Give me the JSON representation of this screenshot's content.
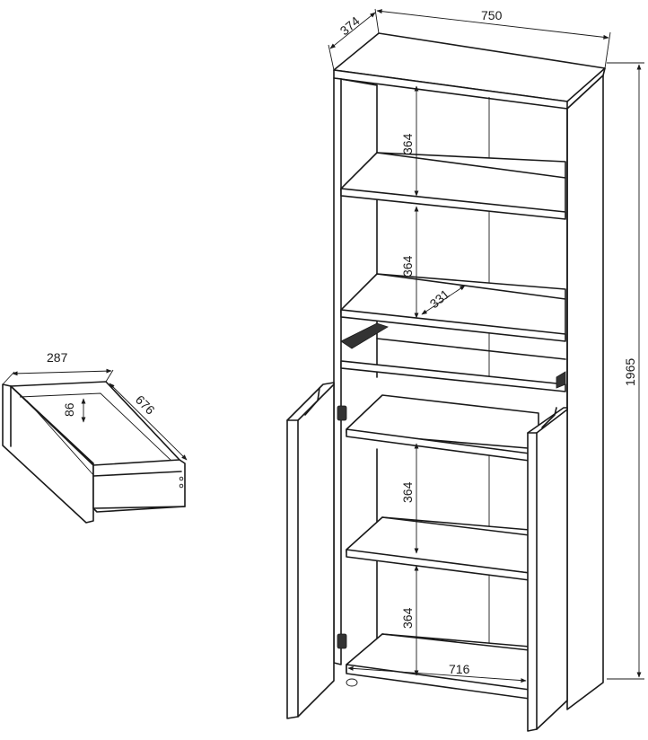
{
  "dimensions": {
    "cabinet_width": "750",
    "cabinet_depth": "374",
    "cabinet_height": "1965",
    "shelf_gap_1": "364",
    "shelf_gap_2": "364",
    "shelf_gap_3": "364",
    "shelf_gap_4": "364",
    "shelf_depth": "331",
    "inner_width": "716",
    "drawer_width": "287",
    "drawer_depth": "676",
    "drawer_height": "86"
  },
  "colors": {
    "line": "#1a1a1a",
    "background": "#ffffff"
  }
}
